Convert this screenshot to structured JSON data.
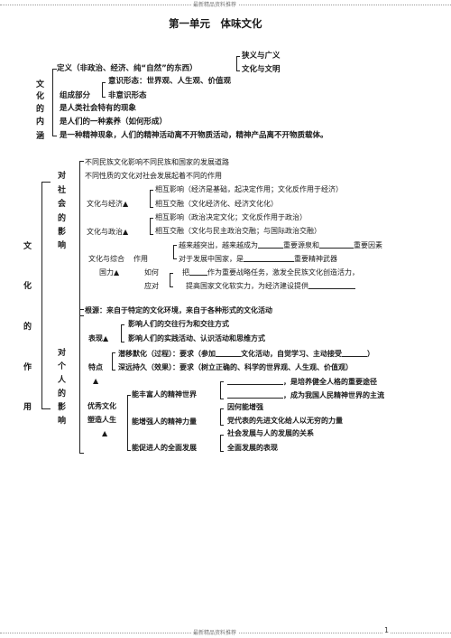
{
  "header": {
    "text": "最新精品资料推荐"
  },
  "footer": {
    "text": "最新精品资料推荐",
    "page": "1"
  },
  "title": "第一单元　体味文化",
  "s1": {
    "side": [
      "文",
      "化",
      "的",
      "内",
      "涵"
    ],
    "narrow": "狭义与广义",
    "culture_civ": "文化与文明",
    "def": "定义（非政治、经济、纯“自然”的东西）",
    "ideology": "意识形态：世界观、人生观、价值观",
    "comp": "组成部分",
    "non_ideology": "非意识形态",
    "unique": "是人类社会特有的现象",
    "nurture": "是人们的一种素养（如何形成）",
    "spirit": "是一种精神现象，人们的精神活动离不开物质活动，精神产品离不开物质载体。"
  },
  "s2": {
    "side": [
      "文",
      "化",
      "的",
      "作",
      "用"
    ],
    "social": [
      "对",
      "社",
      "会",
      "的",
      "影",
      "响"
    ],
    "l1": "不同民族文化影响不同民族和国家的发展道路",
    "l2": "不同性质的文化对社会发展起着不同的作用",
    "econ": "文化与经济▲",
    "e1": "相互影响（经济是基础，起决定作用；文化反作用于经济）",
    "e2": "相互交融（文化经济化、经济文化化）",
    "pol": "文化与政治▲",
    "p1": "相互影响（政治决定文化；文化反作用于政治）",
    "p2": "相互交融（文化与民主政治交融；与国际政治交融）",
    "r1a": "越来越突出，越来越成为",
    "r1b": "重要源泉和",
    "r1c": "重要因素",
    "r2a": "对于发展中国家，是",
    "r2b": "重要精神武器",
    "comp_a": "文化与综合",
    "comp_b": "国力▲",
    "effect": "作用",
    "how": "如何",
    "resp": "应对",
    "h1a": "把",
    "h1b": "作为重要战略任务，激发全民族文化创造活力，",
    "h2": "提高国家文化软实力，为经济建设提供",
    "personal": [
      "对",
      "个",
      "人",
      "的",
      "影",
      "响"
    ],
    "root": "根源：来自于特定的文化环境，来自于各种形式的文化活动",
    "show": "表现▲",
    "sh1": "影响人们的交往行为和交往方式",
    "sh2": "影响人们的实践活动、认识活动和思维方式",
    "feat": "特点",
    "f1a": "潜移默化（过程）：要求（参加",
    "f1b": "文化活动，自觉学习、主动接受",
    "f1c": "）",
    "f2": "深远持久（效果）：要求（树立正确的、科学的世界观、人生观、价值观）",
    "tri": "▲",
    "g1": "，是培养健全人格的重要途径",
    "g2": "，成为我国人民精神世界的主流",
    "enrich": "能丰富人的精神世界",
    "excellent": "优秀文化",
    "shape": "塑造人生",
    "why": "因何能增强",
    "adv": "党代表的先进文化给人以无穷的力量",
    "strengthen": "能增强人的精神力量",
    "soc_rel": "社会发展与人的发展的关系",
    "full": "全面发展的表现",
    "promote": "能促进人的全面发展"
  }
}
